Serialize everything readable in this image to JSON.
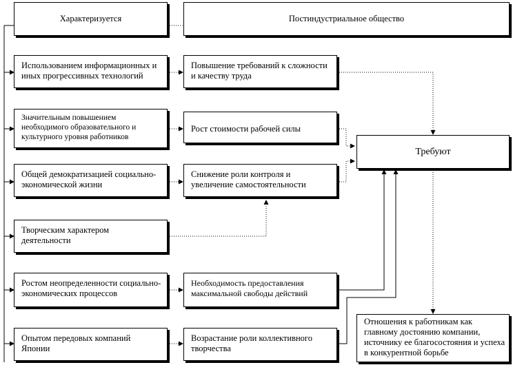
{
  "header": {
    "left": "Характеризуется",
    "right": "Постиндустриальное  общество"
  },
  "characteristics": [
    "Использованием информационных и иных  прогрессивных технологий",
    "Значительным  повышением необходимого  образовательного и культурного уровня работников",
    "Общей демократизацией социально-экономической жизни",
    "Творческим характером деятельности",
    "Ростом неопределенности  социально-экономических  процессов",
    "Опытом передовых компаний Японии"
  ],
  "consequences": [
    "Повышение требований к сложности и качеству труда",
    "Рост стоимости рабочей силы",
    "Снижение роли контроля и увеличение самостоятельности",
    "Необходимость предоставления максимальной  свободы действий",
    "Возрастание  роли коллективного творчества"
  ],
  "require": "Требуют",
  "result": "Отношения к работникам как главному достоянию компании, источнику ее благосостояния и успеха в конкурентной борьбе"
}
